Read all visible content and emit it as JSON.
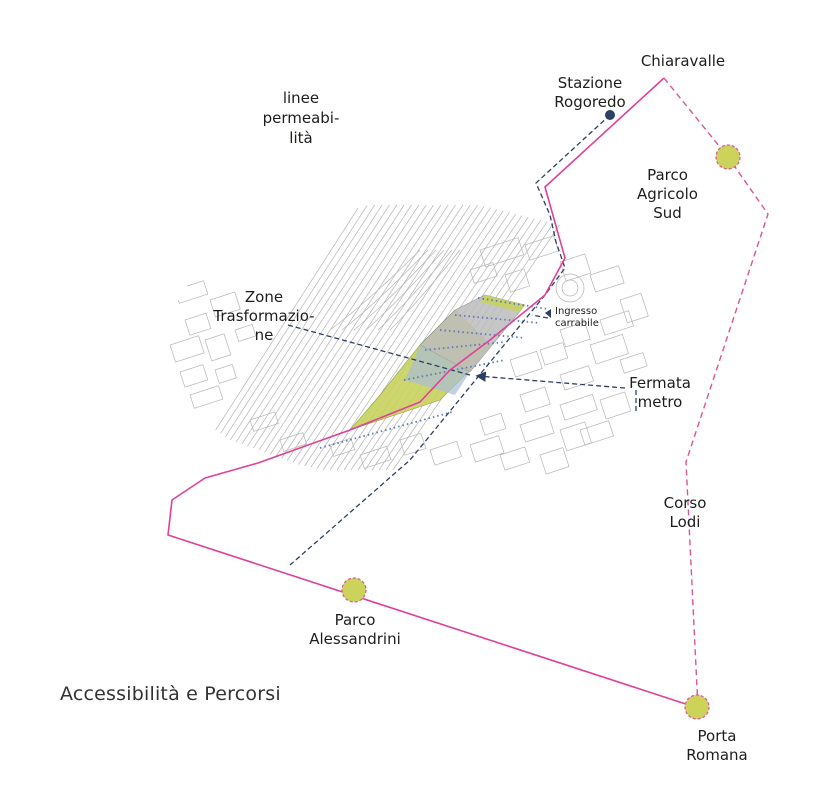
{
  "title": "Accessibilità e Percorsi",
  "labels": {
    "linee": "linee\npermeabi-\nlità",
    "stazione": "Stazione\nRogoredo",
    "chiaravalle": "Chiaravalle",
    "parco_agricolo": "Parco\nAgricolo\nSud",
    "zone": "Zone\nTrasformazio-\nne",
    "ingresso": "Ingresso\ncarrabile",
    "fermata": "Fermata\nmetro",
    "corso_lodi": "Corso\nLodi",
    "parco_alessandrini": "Parco\nAlessandrini",
    "porta_romana": "Porta\nRomana"
  },
  "colors": {
    "route": "#e0409a",
    "route_dashed": "#d9559c",
    "park_fill": "#ccd35a",
    "path_navy": "#2c3f66",
    "permeability": "#5a78b8",
    "area_green": "#c8d25e",
    "area_grey": "#bdbdbd",
    "lines": "#b5b5b5"
  }
}
